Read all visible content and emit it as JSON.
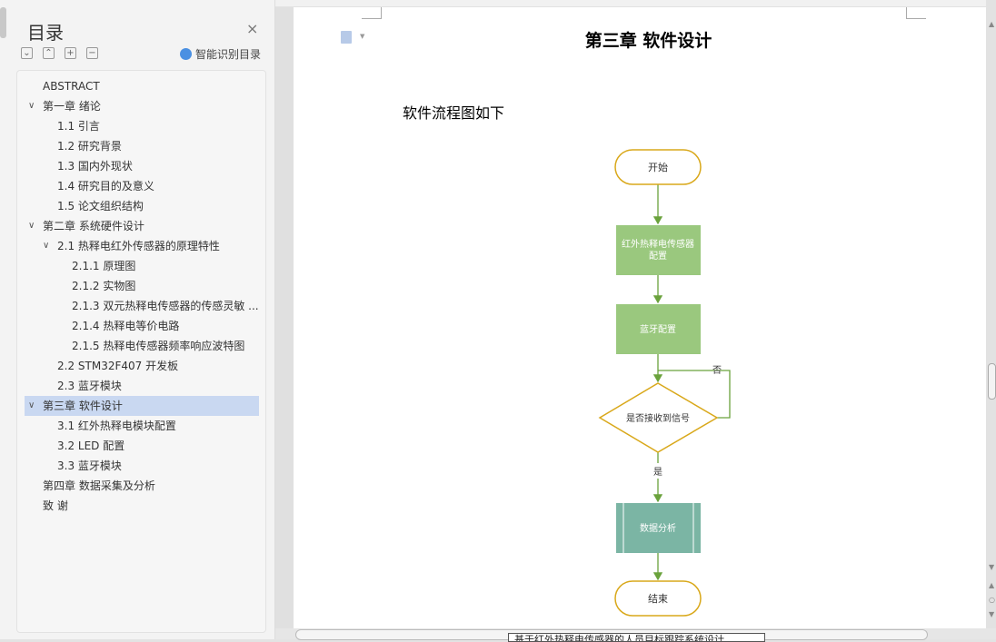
{
  "toc": {
    "title": "目录",
    "close": "×",
    "toolbar": {
      "expand": "⌄",
      "collapse": "⌃",
      "add": "+",
      "remove": "−",
      "smart_label": "智能识别目录"
    },
    "items": [
      {
        "label": "ABSTRACT",
        "level": 0,
        "chev": false
      },
      {
        "label": "第一章  绪论",
        "level": 0,
        "chev": true
      },
      {
        "label": "1.1 引言",
        "level": 1,
        "chev": false
      },
      {
        "label": "1.2 研究背景",
        "level": 1,
        "chev": false
      },
      {
        "label": "1.3  国内外现状",
        "level": 1,
        "chev": false
      },
      {
        "label": "1.4  研究目的及意义",
        "level": 1,
        "chev": false
      },
      {
        "label": "1.5 论文组织结构",
        "level": 1,
        "chev": false
      },
      {
        "label": "第二章  系统硬件设计",
        "level": 0,
        "chev": true
      },
      {
        "label": "2.1  热释电红外传感器的原理特性",
        "level": 1,
        "chev": true
      },
      {
        "label": "2.1.1 原理图",
        "level": 2,
        "chev": false
      },
      {
        "label": "2.1.2 实物图",
        "level": 2,
        "chev": false
      },
      {
        "label": "2.1.3 双元热释电传感器的传感灵敏 ...",
        "level": 2,
        "chev": false
      },
      {
        "label": "2.1.4 热释电等价电路",
        "level": 2,
        "chev": false
      },
      {
        "label": "2.1.5 热释电传感器频率响应波特图",
        "level": 2,
        "chev": false
      },
      {
        "label": "2.2 STM32F407 开发板",
        "level": 1,
        "chev": false
      },
      {
        "label": "2.3 蓝牙模块",
        "level": 1,
        "chev": false
      },
      {
        "label": "第三章    软件设计",
        "level": 0,
        "chev": true,
        "selected": true
      },
      {
        "label": "3.1  红外热释电模块配置",
        "level": 1,
        "chev": false
      },
      {
        "label": "3.2 LED 配置",
        "level": 1,
        "chev": false
      },
      {
        "label": "3.3  蓝牙模块",
        "level": 1,
        "chev": false
      },
      {
        "label": "第四章  数据采集及分析",
        "level": 0,
        "chev": false
      },
      {
        "label": "致    谢",
        "level": 0,
        "chev": false
      }
    ]
  },
  "document": {
    "chapter_title": "第三章    软件设计",
    "intro": "软件流程图如下",
    "flowchart": {
      "start": "开始",
      "step1_line1": "红外热释电传感器",
      "step1_line2": "配置",
      "step2": "蓝牙配置",
      "decision": "是否接收到信号",
      "no": "否",
      "yes": "是",
      "step3": "数据分析",
      "end": "结束"
    }
  },
  "status_tooltip": "基于红外热释电传感器的人员目标跟踪系统设计",
  "colors": {
    "box_green": "#9ac87e",
    "box_teal": "#7bb5a4",
    "arrow": "#6aa23c",
    "terminal_border": "#d9a81a",
    "selection": "#c9d8f1"
  }
}
